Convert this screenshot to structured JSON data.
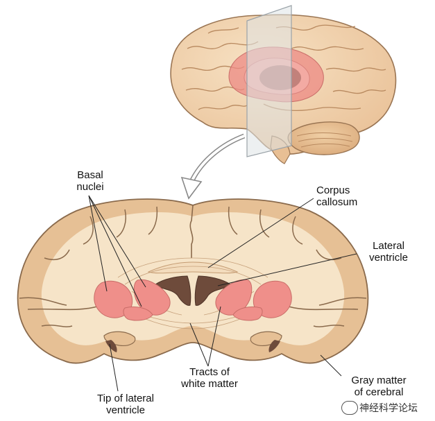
{
  "labels": {
    "basal": [
      "Basal",
      "nuclei"
    ],
    "corpus": [
      "Corpus",
      "callosum"
    ],
    "lateral": [
      "Lateral",
      "ventricle"
    ],
    "tracts": [
      "Tracts of",
      "white matter"
    ],
    "tip": [
      "Tip of lateral",
      "ventricle"
    ],
    "gray": [
      "Gray matter",
      "of cerebral"
    ]
  },
  "watermark": "神经科学论坛",
  "colors": {
    "brain_fill": "#f1d3ae",
    "gray_matter": "#e8c59a",
    "white_matter": "#f7e6cc",
    "outline": "#8a6a4c",
    "basal_nuclei": "#ef8f8a",
    "ventricle": "#6b4a3a",
    "plane": "#d9dde0"
  }
}
